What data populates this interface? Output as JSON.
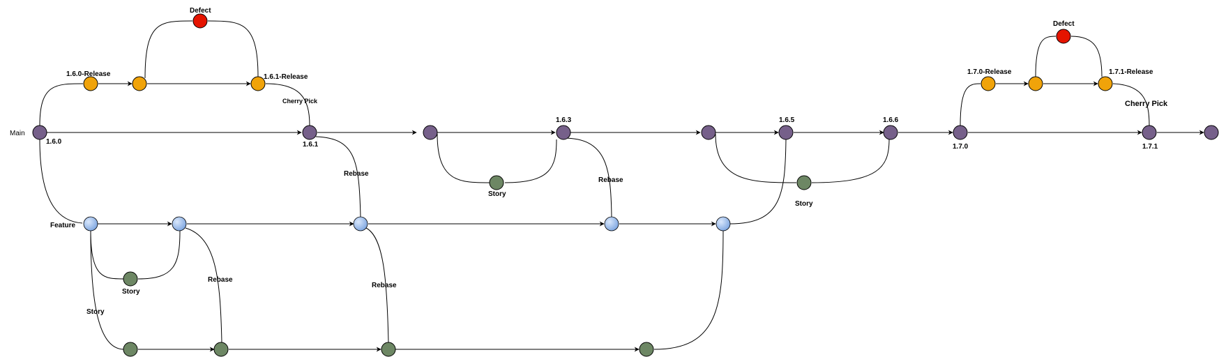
{
  "colors": {
    "main": "#76608a",
    "release": "#f0a30a",
    "defect": "#e51400",
    "feature": "#a9c4eb",
    "story": "#6d8764",
    "stroke": "#000000"
  },
  "labels": {
    "main": "Main",
    "feature": "Feature",
    "v160": "1.6.0",
    "v161": "1.6.1",
    "v163": "1.6.3",
    "v165": "1.6.5",
    "v166": "1.6.6",
    "v170": "1.7.0",
    "v171": "1.7.1",
    "r160": "1.6.0-Release",
    "r161": "1.6.1-Release",
    "r170": "1.7.0-Release",
    "r171": "1.7.1-Release",
    "defect1": "Defect",
    "defect2": "Defect",
    "cherry1": "Cherry Pick",
    "cherry2": "Cherry Pick",
    "story1": "Story",
    "story2": "Story",
    "story3": "Story",
    "story4": "Story",
    "rebase1": "Rebase",
    "rebase2": "Rebase",
    "rebase3": "Rebase",
    "rebase4": "Rebase"
  }
}
